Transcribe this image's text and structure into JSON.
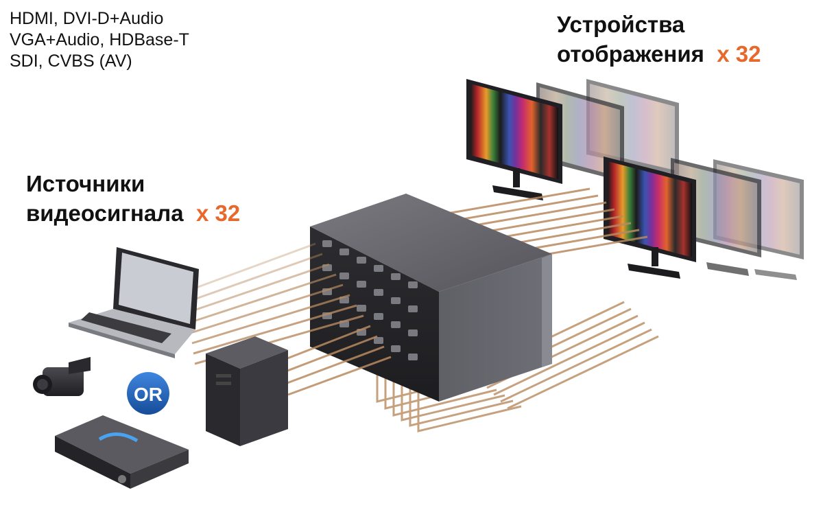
{
  "formats": {
    "line1": "HDMI, DVI-D+Audio",
    "line2": "VGA+Audio, HDBase-T",
    "line3": "SDI, CVBS (AV)"
  },
  "sources": {
    "title_line1": "Источники",
    "title_line2": "видеосигнала",
    "count": "x 32"
  },
  "displays": {
    "title_line1": "Устройства",
    "title_line2": "отображения",
    "count": "x 32"
  },
  "or_badge": "OR",
  "colors": {
    "accent": "#e8672a",
    "cable": "#b88a5f",
    "badge": "#1f5fb4",
    "chassis": "#4a4a4f"
  }
}
